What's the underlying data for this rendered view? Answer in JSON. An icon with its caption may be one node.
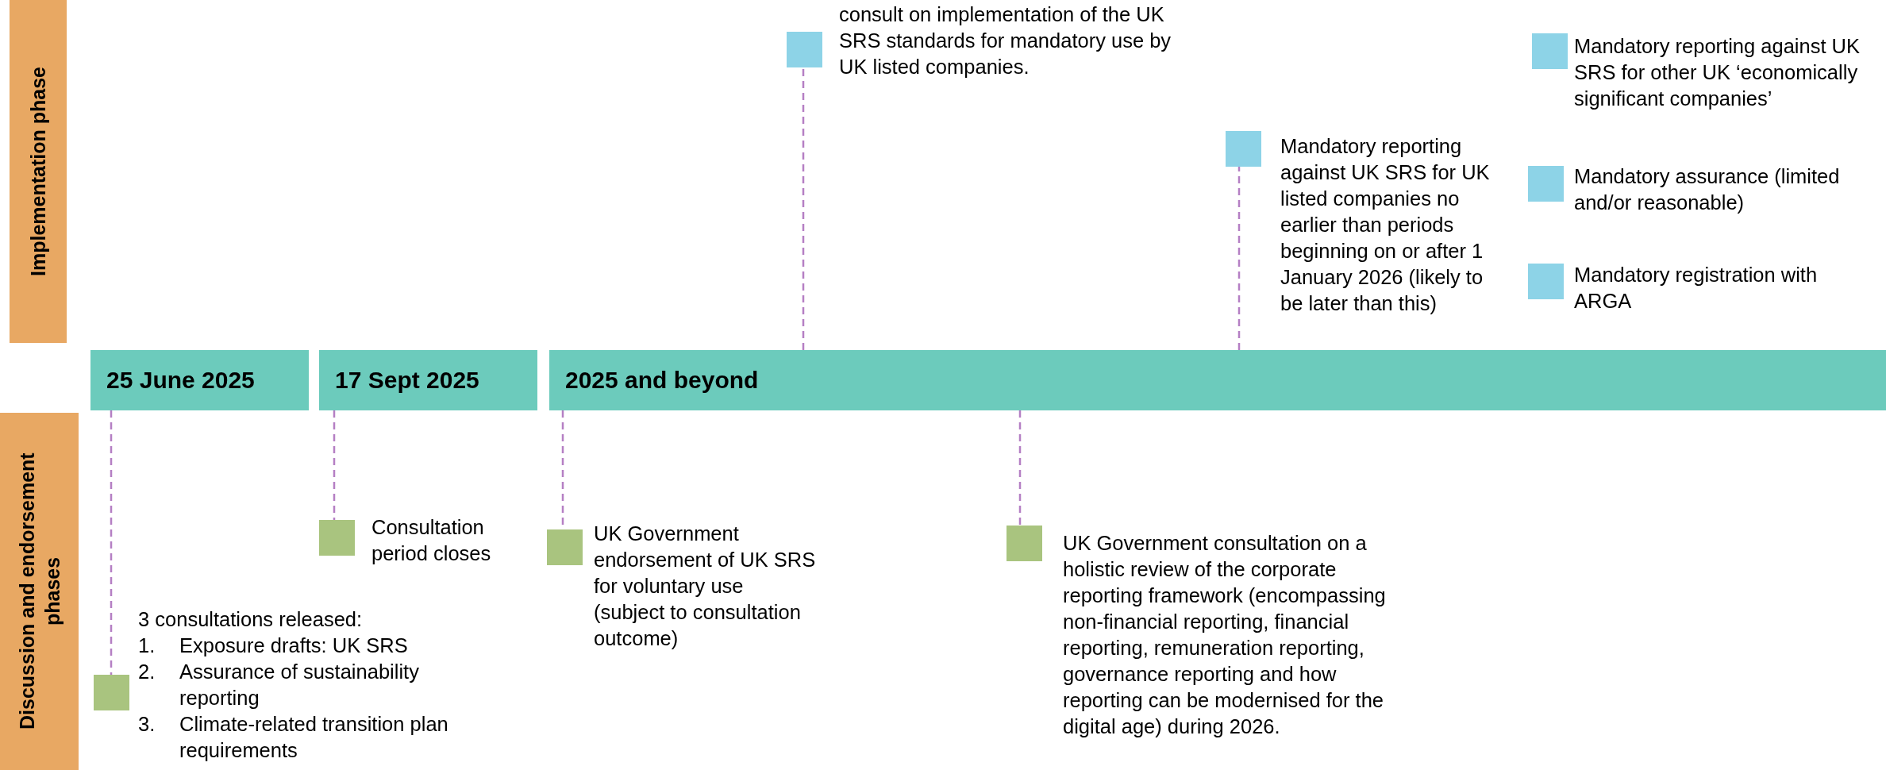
{
  "diagram": {
    "nodes": [
      {
        "text": [
          "Implementation phase"
        ]
      },
      {
        "text": [
          "Discussion and endorsement phases"
        ]
      },
      {
        "text": [
          "25 June 2025"
        ]
      },
      {
        "text": [
          "17 Sept 2025"
        ]
      },
      {
        "text": [
          "2025 and beyond"
        ]
      },
      {
        "text": [],
        "shape": "box",
        "beside": [
          "3 consultations released:",
          "1.\tExposure drafts: UK SRS",
          "2.\tAssurance of sustainability reporting",
          "3.\tClimate-related transition plan requirements"
        ]
      },
      {
        "text": [],
        "shape": "box",
        "beside": [
          "Consultation period closes"
        ]
      },
      {
        "text": [],
        "shape": "box",
        "beside": [
          "UK Government endorsement of UK SRS for voluntary use (subject to consultation outcome)"
        ]
      },
      {
        "text": [],
        "shape": "box",
        "beside": [
          "UK Government consultation on a holistic review of the corporate reporting framework (encompassing non-financial reporting, financial reporting, remuneration reporting, governance reporting and how reporting can be modernised for the digital age) during 2026."
        ]
      },
      {
        "text": [],
        "shape": "box",
        "beside": [
          "consult on implementation of the UK SRS standards for mandatory use by UK listed companies."
        ]
      },
      {
        "text": [],
        "shape": "box",
        "beside": [
          "Mandatory reporting against UK SRS for UK listed companies no earlier than periods beginning on or after 1 January 2026 (likely to be later than this)"
        ]
      },
      {
        "text": [],
        "shape": "box",
        "beside": [
          "Mandatory reporting against UK SRS for other UK ‘economically significant companies’"
        ]
      },
      {
        "text": [],
        "shape": "box",
        "beside": [
          "Mandatory assurance (limited and/or reasonable)"
        ]
      },
      {
        "text": [],
        "shape": "box",
        "beside": [
          "Mandatory registration with ARGA"
        ]
      }
    ],
    "edges": [
      {
        "from": 2,
        "to": 5,
        "arrow": "none",
        "style": "dashed"
      },
      {
        "from": 3,
        "to": 6,
        "arrow": "none",
        "style": "dashed"
      },
      {
        "from": 4,
        "to": 7,
        "arrow": "none",
        "style": "dashed"
      },
      {
        "from": 4,
        "to": 8,
        "arrow": "none",
        "style": "dashed"
      },
      {
        "from": 4,
        "to": 9,
        "arrow": "none",
        "style": "dashed"
      },
      {
        "from": 4,
        "to": 10,
        "arrow": "none",
        "style": "dashed"
      }
    ]
  }
}
